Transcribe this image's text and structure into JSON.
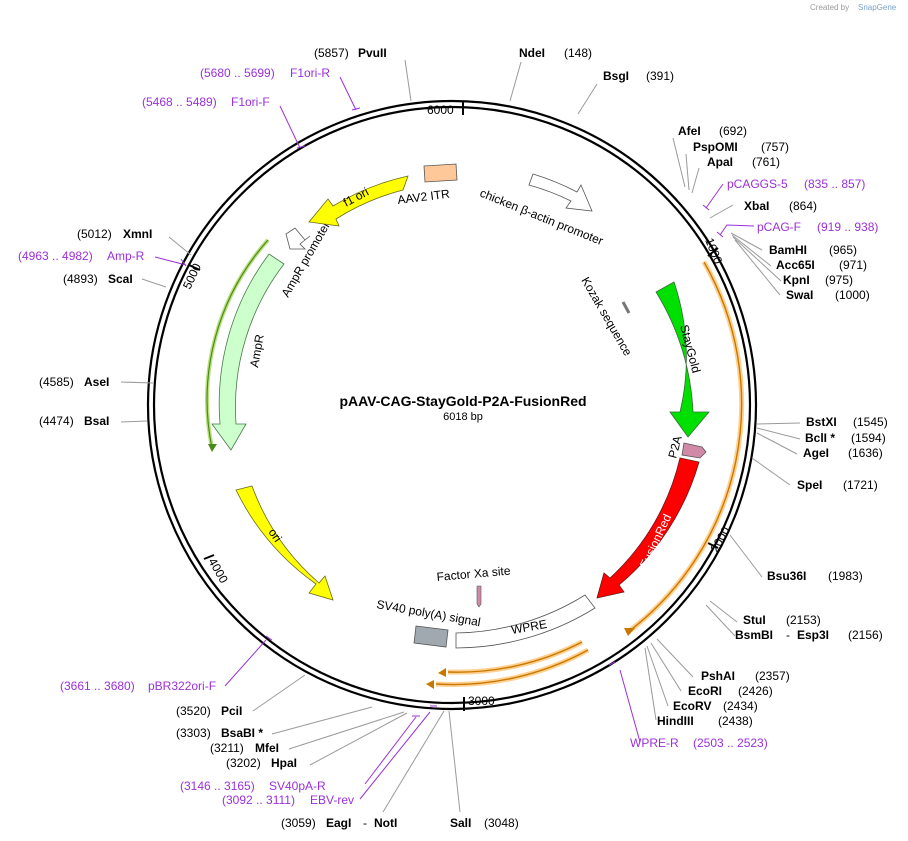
{
  "credit": {
    "created_by": "Created by",
    "brand": "SnapGene"
  },
  "plasmid": {
    "name": "pAAV-CAG-StayGold-P2A-FusionRed",
    "length_label": "6018 bp"
  },
  "ticks": {
    "t1000": "1000",
    "t2000": "2000",
    "t3000": "3000",
    "t4000": "4000",
    "t5000": "5000",
    "t6000": "6000"
  },
  "features": {
    "itr": "AAV2 ITR",
    "cba": "chicken β-actin promoter",
    "kozak": "Kozak sequence",
    "staygold": "StayGold",
    "p2a": "P2A",
    "fusionred": "FusionRed",
    "factorxa": "Factor Xa site",
    "sv40": "SV40 poly(A) signal",
    "wpre": "WPRE",
    "ori": "ori",
    "ampr": "AmpR",
    "ampr_promoter": "AmpR promoter",
    "f1ori": "f1 ori"
  },
  "sites": [
    {
      "id": "pvuii",
      "name": "PvuII",
      "pos": "(5857)"
    },
    {
      "id": "ndei",
      "name": "NdeI",
      "pos": "(148)"
    },
    {
      "id": "bsgi",
      "name": "BsgI",
      "pos": "(391)"
    },
    {
      "id": "afei",
      "name": "AfeI",
      "pos": "(692)"
    },
    {
      "id": "pspomi",
      "name": "PspOMI",
      "pos": "(757)"
    },
    {
      "id": "apai",
      "name": "ApaI",
      "pos": "(761)"
    },
    {
      "id": "xbai",
      "name": "XbaI",
      "pos": "(864)"
    },
    {
      "id": "bamhi",
      "name": "BamHI",
      "pos": "(965)"
    },
    {
      "id": "acc65i",
      "name": "Acc65I",
      "pos": "(971)"
    },
    {
      "id": "kpni",
      "name": "KpnI",
      "pos": "(975)"
    },
    {
      "id": "swai",
      "name": "SwaI",
      "pos": "(1000)"
    },
    {
      "id": "bstxi",
      "name": "BstXI",
      "pos": "(1545)"
    },
    {
      "id": "bcli",
      "name": "BclI *",
      "pos": "(1594)"
    },
    {
      "id": "agei",
      "name": "AgeI",
      "pos": "(1636)"
    },
    {
      "id": "spei",
      "name": "SpeI",
      "pos": "(1721)"
    },
    {
      "id": "bsu36i",
      "name": "Bsu36I",
      "pos": "(1983)"
    },
    {
      "id": "stui",
      "name": "StuI",
      "pos": "(2153)"
    },
    {
      "id": "bsmbi",
      "name": "BsmBI",
      "sep": "-",
      "name2": "Esp3I",
      "pos": "(2156)"
    },
    {
      "id": "pshai",
      "name": "PshAI",
      "pos": "(2357)"
    },
    {
      "id": "ecori",
      "name": "EcoRI",
      "pos": "(2426)"
    },
    {
      "id": "ecorv",
      "name": "EcoRV",
      "pos": "(2434)"
    },
    {
      "id": "hindiii",
      "name": "HindIII",
      "pos": "(2438)"
    },
    {
      "id": "sali",
      "name": "SalI",
      "pos": "(3048)"
    },
    {
      "id": "eagi",
      "name": "EagI",
      "sep": "-",
      "name2": "NotI",
      "pos": "(3059)"
    },
    {
      "id": "hpai",
      "name": "HpaI",
      "pos": "(3202)"
    },
    {
      "id": "mfei",
      "name": "MfeI",
      "pos": "(3211)"
    },
    {
      "id": "bsabi",
      "name": "BsaBI *",
      "pos": "(3303)"
    },
    {
      "id": "pcii",
      "name": "PciI",
      "pos": "(3520)"
    },
    {
      "id": "bsai",
      "name": "BsaI",
      "pos": "(4474)"
    },
    {
      "id": "asei",
      "name": "AseI",
      "pos": "(4585)"
    },
    {
      "id": "scai",
      "name": "ScaI",
      "pos": "(4893)"
    },
    {
      "id": "xmni",
      "name": "XmnI",
      "pos": "(5012)"
    }
  ],
  "primers": [
    {
      "id": "f1orir",
      "name": "F1ori-R",
      "range": "(5680 .. 5699)"
    },
    {
      "id": "f1orif",
      "name": "F1ori-F",
      "range": "(5468 .. 5489)"
    },
    {
      "id": "ampr",
      "name": "Amp-R",
      "range": "(4963 .. 4982)"
    },
    {
      "id": "pcaggs5",
      "name": "pCAGGS-5",
      "range": "(835 .. 857)"
    },
    {
      "id": "pcagf",
      "name": "pCAG-F",
      "range": "(919 .. 938)"
    },
    {
      "id": "wprer",
      "name": "WPRE-R",
      "range": "(2503 .. 2523)"
    },
    {
      "id": "sv40par",
      "name": "SV40pA-R",
      "range": "(3146 .. 3165)"
    },
    {
      "id": "ebvrev",
      "name": "EBV-rev",
      "range": "(3092 .. 3111)"
    },
    {
      "id": "pbr322",
      "name": "pBR322ori-F",
      "range": "(3661 .. 3680)"
    }
  ],
  "colors": {
    "staygold": "#00e000",
    "fusionred": "#ff0000",
    "p2a": "#d08aa8",
    "itr": "#ffc898",
    "ori": "#ffff00",
    "f1ori": "#ffff00",
    "ampr": "#ccffcc",
    "sv40": "#a0a8b0",
    "orf": "#ffd090",
    "primer": "#9b30d9",
    "backbone": "#000000"
  }
}
